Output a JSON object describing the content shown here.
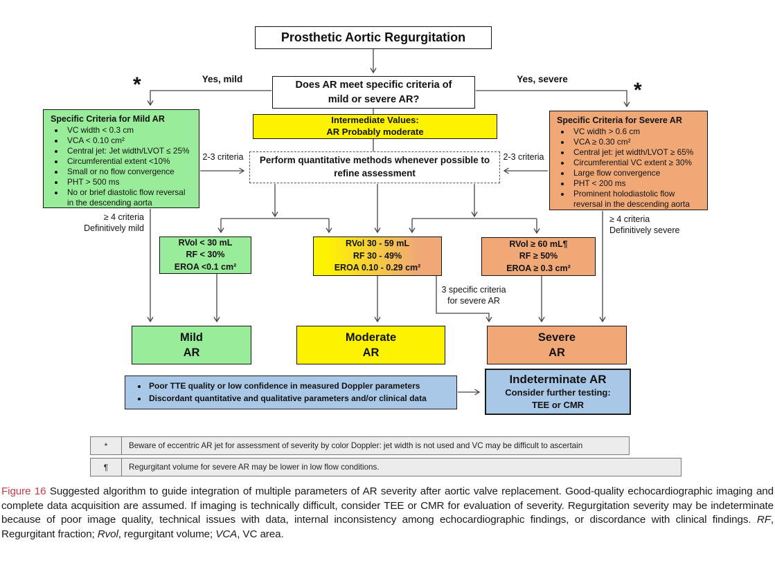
{
  "colors": {
    "green": "#99EC99",
    "yellow": "#FDF300",
    "orange": "#F0A876",
    "blue": "#A9C7E6",
    "red-label": "#C43B45",
    "line": "#444444"
  },
  "flowchart": {
    "title": "Prosthetic Aortic Regurgitation",
    "question": "Does AR meet specific criteria of\nmild or severe AR?",
    "intermediate": "Intermediate Values:\nAR Probably moderate",
    "quantitative": "Perform quantitative methods whenever possible to\nrefine assessment",
    "mild_criteria": {
      "title": "Specific Criteria for Mild AR",
      "items": [
        "VC width < 0.3 cm",
        "VCA < 0.10 cm²",
        "Central jet: Jet width/LVOT ≤ 25%",
        "Circumferential extent <10%",
        "Small or no flow convergence",
        "PHT > 500 ms",
        "No or brief diastolic flow reversal in the descending aorta"
      ]
    },
    "severe_criteria": {
      "title": "Specific Criteria for Severe AR",
      "items": [
        "VC width > 0.6 cm",
        "VCA ≥ 0.30 cm²",
        "Central jet: jet width/LVOT ≥ 65%",
        "Circumferential VC extent ≥ 30%",
        "Large flow convergence",
        "PHT < 200 ms",
        "Prominent holodiastolic flow reversal in the descending aorta"
      ]
    },
    "thresholds_mild": "RVol < 30 mL\nRF < 30%\nEROA <0.1 cm²",
    "thresholds_moderate": "RVol 30 - 59 mL\nRF 30 - 49%\nEROA 0.10 - 0.29 cm²",
    "thresholds_severe": "RVol ≥ 60 mL¶\nRF ≥ 50%\nEROA ≥ 0.3 cm²",
    "outcome_mild": "Mild\nAR",
    "outcome_moderate": "Moderate\nAR",
    "outcome_severe": "Severe\nAR",
    "uncertainty_items": [
      "Poor TTE quality or low confidence in measured Doppler parameters",
      "Discordant quantitative and qualitative parameters and/or clinical data"
    ],
    "indeterminate_title": "Indeterminate AR",
    "indeterminate_sub": "Consider further testing:\nTEE or CMR",
    "edge_labels": {
      "yes_mild": "Yes, mild",
      "yes_severe": "Yes, severe",
      "asterisk_left": "*",
      "asterisk_right": "*",
      "criteria_2_3_left": "2-3 criteria",
      "criteria_2_3_right": "2-3 criteria",
      "ge_4_mild": "≥ 4 criteria\nDefinitively mild",
      "ge_4_severe": "≥ 4 criteria\nDefinitively severe",
      "three_specific": "3 specific criteria\nfor severe AR"
    }
  },
  "footnotes": [
    {
      "symbol": "*",
      "text": "Beware of eccentric AR jet for assessment of severity by color Doppler: jet width is not used and VC may be difficult to ascertain"
    },
    {
      "symbol": "¶",
      "text": "Regurgitant volume for severe AR may be lower in low flow conditions."
    }
  ],
  "caption": {
    "segments": [
      {
        "text": "Figure 16",
        "style": "figure-label"
      },
      {
        "text": "  Suggested algorithm to guide integration of multiple parameters of AR severity after aortic valve replacement. Good-quality echocardiographic imaging and complete data acquisition are assumed. If imaging is technically difficult, consider TEE or CMR for evaluation of severity. Regurgitation severity may be indeterminate because of poor image quality, technical issues with data, internal inconsistency among echocardiographic findings, or discordance with clinical findings. ",
        "style": "normal"
      },
      {
        "text": "RF",
        "style": "italic"
      },
      {
        "text": ", Regurgitant fraction; ",
        "style": "normal"
      },
      {
        "text": "Rvol",
        "style": "italic"
      },
      {
        "text": ", regurgitant volume; ",
        "style": "normal"
      },
      {
        "text": "VCA",
        "style": "italic"
      },
      {
        "text": ", VC area.",
        "style": "normal"
      }
    ]
  }
}
